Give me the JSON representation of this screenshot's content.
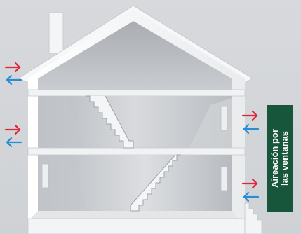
{
  "label": {
    "line1": "Aireación por",
    "line2": "las ventanas",
    "background": "#17563b",
    "text_color": "#ffffff"
  },
  "arrows": {
    "in_color": "#e2243a",
    "out_color": "#2a8bd6",
    "groups": [
      "left-top",
      "left-middle",
      "right-middle",
      "right-bottom"
    ]
  },
  "house": {
    "wall_color": "#f2f3f4",
    "interior_color": "#b9bdc1",
    "floor_color": "#e6e8ea"
  }
}
